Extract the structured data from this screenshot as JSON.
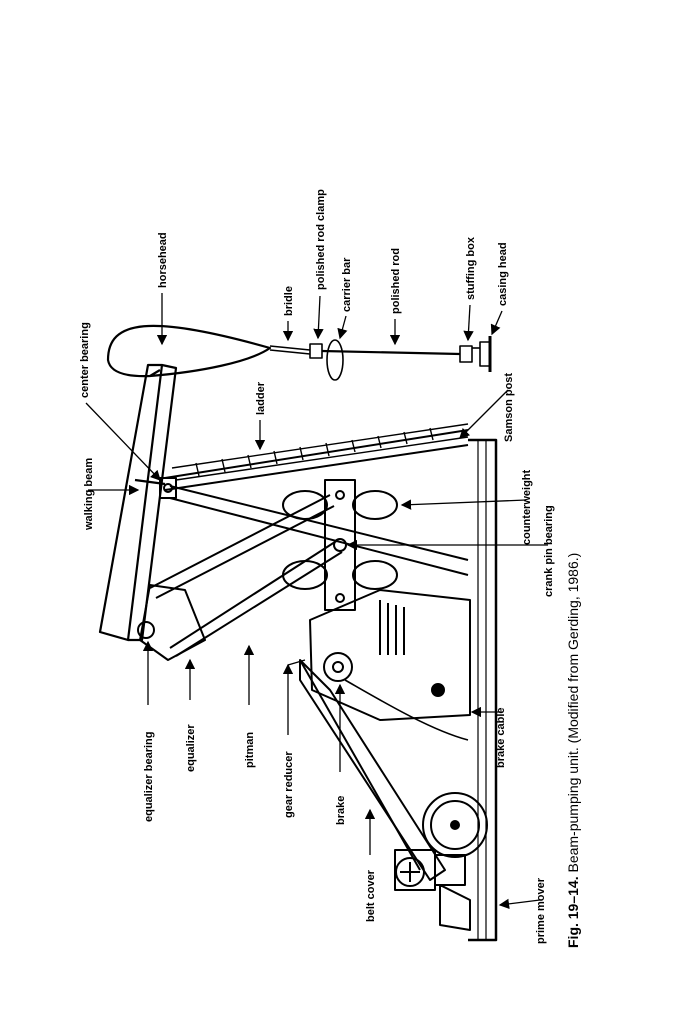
{
  "figure": {
    "caption_label": "Fig. 19–14.",
    "caption_text": " Beam-pumping unit. (Modified from Gerding, 1986.)"
  },
  "labels": {
    "horsehead": "horsehead",
    "polished_rod_clamp": "polished rod clamp",
    "carrier_bar": "carrier bar",
    "polished_rod": "polished rod",
    "bridle": "bridle",
    "stuffing_box": "stuffing box",
    "casing_head": "casing head",
    "center_bearing": "center bearing",
    "samson_post": "Samson post",
    "walking_beam": "walking beam",
    "ladder": "ladder",
    "counterweight": "counterweight",
    "crank_pin_bearing": "crank pin bearing",
    "equalizer_bearing": "equalizer bearing",
    "equalizer": "equalizer",
    "pitman": "pitman",
    "gear_reducer": "gear reducer",
    "brake": "brake",
    "brake_cable": "brake cable",
    "belt_cover": "belt cover",
    "prime_mover": "prime mover"
  }
}
